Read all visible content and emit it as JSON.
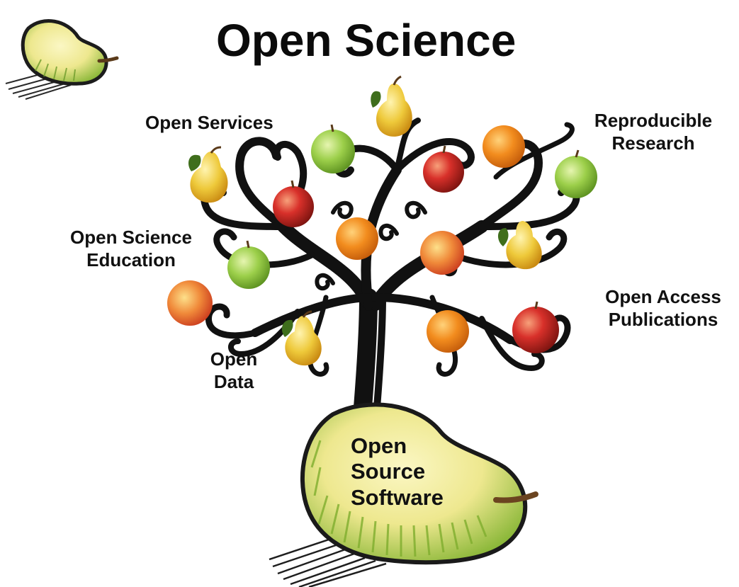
{
  "title": "Open Science",
  "branches": {
    "open_services": "Open Services",
    "reproducible_research": [
      "Reproducible",
      "Research"
    ],
    "open_science_education": [
      "Open Science",
      "Education"
    ],
    "open_access_publications": [
      "Open Access",
      "Publications"
    ],
    "open_data": [
      "Open",
      "Data"
    ]
  },
  "root": [
    "Open",
    "Source",
    "Software"
  ],
  "icons": {
    "logo": "pear-logo-icon",
    "root": "pear-icon",
    "fruits": [
      "pear-icon",
      "apple-icon",
      "orange-icon"
    ]
  },
  "colors": {
    "pear_green": "#8cb83a",
    "pear_yellow": "#f4eda0",
    "apple_red": "#d8302a",
    "apple_green": "#9ccf4a",
    "orange": "#f28c1e",
    "yellow_pear": "#eec93a",
    "trunk": "#111111"
  }
}
